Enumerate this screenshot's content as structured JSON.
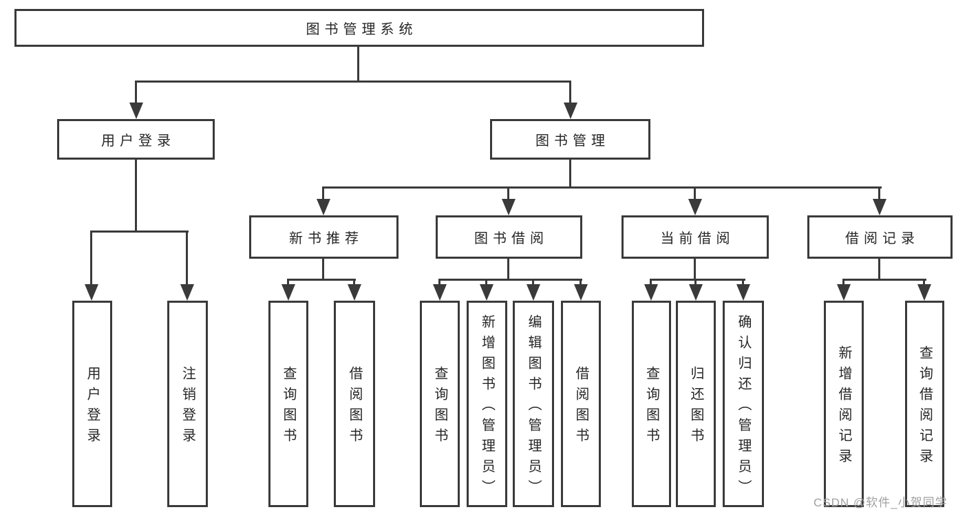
{
  "title": {
    "label": "图书管理系统"
  },
  "level2": [
    {
      "label": "用户登录"
    },
    {
      "label": "图书管理"
    }
  ],
  "level3": [
    {
      "label": "新书推荐"
    },
    {
      "label": "图书借阅"
    },
    {
      "label": "当前借阅"
    },
    {
      "label": "借阅记录"
    }
  ],
  "leaves": {
    "user_login": [
      "用户登录",
      "注销登录"
    ],
    "new_book_recommend": [
      "查询图书",
      "借阅图书"
    ],
    "book_borrow": [
      "查询图书",
      "新增图书（管理员）",
      "编辑图书（管理员）",
      "借阅图书"
    ],
    "current_borrow": [
      "查询图书",
      "归还图书",
      "确认归还（管理员）"
    ],
    "borrow_records": [
      "新增借阅记录",
      "查询借阅记录"
    ]
  },
  "watermark": {
    "text": "CSDN @软件_小贺同学"
  },
  "colors": {
    "line": "#3a3a3a",
    "text": "#262626",
    "watermark": "#a0a0a0",
    "background": "#ffffff"
  }
}
